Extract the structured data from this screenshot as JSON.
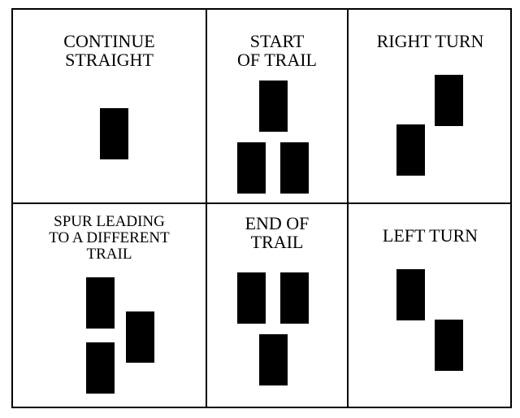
{
  "colors": {
    "blaze": "#000000",
    "background": "#ffffff",
    "grid_lines": "#000000"
  },
  "cells": [
    {
      "label_line1": "CONTINUE",
      "label_line2": "STRAIGHT",
      "label_line3": ""
    },
    {
      "label_line1": "START",
      "label_line2": "OF TRAIL",
      "label_line3": ""
    },
    {
      "label_line1": "RIGHT TURN",
      "label_line2": "",
      "label_line3": ""
    },
    {
      "label_line1": "SPUR LEADING",
      "label_line2": "TO A DIFFERENT",
      "label_line3": "TRAIL"
    },
    {
      "label_line1": "END OF",
      "label_line2": "TRAIL",
      "label_line3": ""
    },
    {
      "label_line1": "LEFT TURN",
      "label_line2": "",
      "label_line3": ""
    }
  ]
}
